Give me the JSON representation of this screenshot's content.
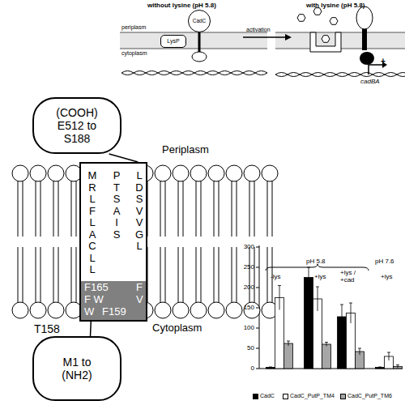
{
  "diagram": {
    "nodes": [
      {
        "text": [
          "CadC"
        ]
      },
      {
        "text": [
          "LysP"
        ]
      },
      {
        "text": [
          "(COOH) E512 to S188"
        ]
      },
      {
        "text": [
          "M R L F L A C L L",
          "P T S A I S",
          "L D S V V G L"
        ]
      },
      {
        "text": [
          "F165",
          "F",
          "F W",
          "V",
          "W",
          "F159"
        ],
        "in": 3
      },
      {
        "text": [
          "T158",
          "M1 to (NH2)"
        ]
      }
    ],
    "edges": [
      {
        "from": 2,
        "to": 3,
        "arrow": "none"
      },
      {
        "from": 3,
        "to": 5,
        "arrow": "none"
      }
    ],
    "labels": [
      "without lysine (pH 5.8)",
      "with lysine (pH 5.8)",
      "periplasm",
      "cytoplasm",
      "activation",
      "+",
      "cadBA",
      "Periplasm",
      "Cytoplasm",
      "300",
      "250",
      "200",
      "150",
      "100",
      "50",
      "0",
      "pH 5.8",
      "pH 7.6",
      "-lys",
      "+lys",
      "+lys / +cad",
      "+lys"
    ],
    "legend": [
      {
        "text": "CadC",
        "color": "#000000"
      },
      {
        "text": "CadC_PutP_TM4",
        "color": "#ffffff"
      },
      {
        "text": "CadC_PutP_TM6",
        "color": "#a6a6a6"
      }
    ]
  }
}
